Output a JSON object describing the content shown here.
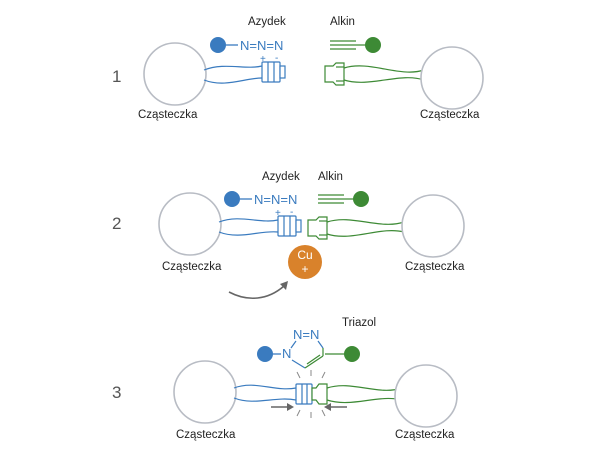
{
  "steps": [
    {
      "number": "1",
      "azide_label": "Azydek",
      "alkyne_label": "Alkin",
      "azide_formula": "N=N=N",
      "charge_plus": "+",
      "charge_minus": "-",
      "particle_left": "Cząsteczka",
      "particle_right": "Cząsteczka"
    },
    {
      "number": "2",
      "azide_label": "Azydek",
      "alkyne_label": "Alkin",
      "azide_formula": "N=N=N",
      "charge_plus": "+",
      "charge_minus": "-",
      "particle_left": "Cząsteczka",
      "particle_right": "Cząsteczka",
      "catalyst_symbol": "Cu",
      "catalyst_charge": "+"
    },
    {
      "number": "3",
      "product_label": "Triazol",
      "ring_top": "N=N",
      "ring_left": "N",
      "particle_left": "Cząsteczka",
      "particle_right": "Cząsteczka"
    }
  ],
  "colors": {
    "azide": "#3a7bbf",
    "alkyne": "#3d8a35",
    "catalyst": "#d9822b",
    "particle_outline": "#b8bcc4",
    "arrow": "#666666"
  }
}
